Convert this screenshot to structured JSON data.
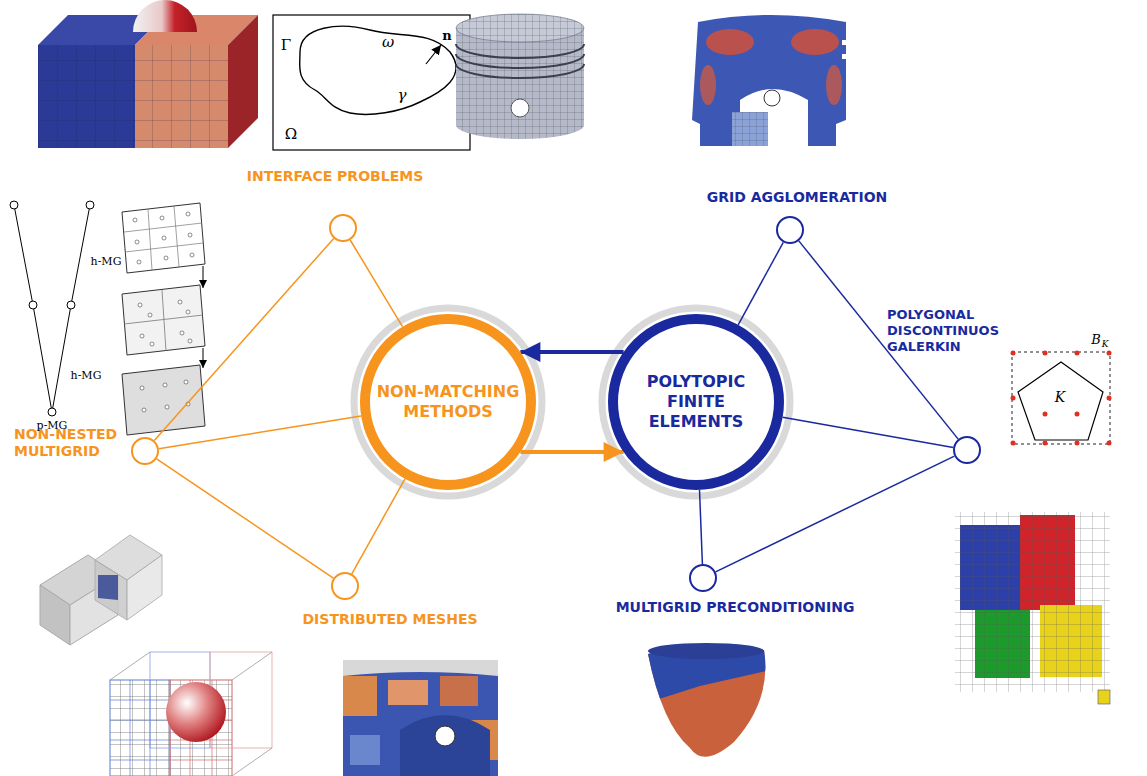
{
  "diagram": {
    "nodes": [
      {
        "text": [
          "INTERFACE PROBLEMS"
        ]
      },
      {
        "text": [
          "GRID AGGLOMERATION"
        ]
      },
      {
        "text": [
          "POLYGONAL DISCONTINUOS GALERKIN"
        ]
      },
      {
        "text": [
          "NON-MATCHING METHODS"
        ]
      },
      {
        "text": [
          "POLYTOPIC FINITE ELEMENTS"
        ]
      },
      {
        "text": [
          "NON-NESTED MULTIGRID"
        ]
      },
      {
        "text": [
          "DISTRIBUTED MESHES"
        ]
      },
      {
        "text": [
          "MULTIGRID PRECONDITIONING"
        ]
      }
    ],
    "edges": [
      {
        "from": 3,
        "to": 0,
        "arrow": "none"
      },
      {
        "from": 3,
        "to": 5,
        "arrow": "none"
      },
      {
        "from": 3,
        "to": 6,
        "arrow": "none"
      },
      {
        "from": 0,
        "to": 5,
        "arrow": "none"
      },
      {
        "from": 5,
        "to": 6,
        "arrow": "none"
      },
      {
        "from": 4,
        "to": 1,
        "arrow": "none"
      },
      {
        "from": 4,
        "to": 2,
        "arrow": "none"
      },
      {
        "from": 4,
        "to": 7,
        "arrow": "none"
      },
      {
        "from": 1,
        "to": 2,
        "arrow": "none"
      },
      {
        "from": 2,
        "to": 7,
        "arrow": "none"
      },
      {
        "from": 4,
        "to": 3,
        "arrow": "to"
      },
      {
        "from": 3,
        "to": 4,
        "arrow": "to"
      }
    ],
    "labels": [
      "Γ",
      "ω",
      "n",
      "γ",
      "Ω",
      "h-MG",
      "h-MG",
      "p-MG",
      "B",
      "K",
      "K"
    ]
  }
}
